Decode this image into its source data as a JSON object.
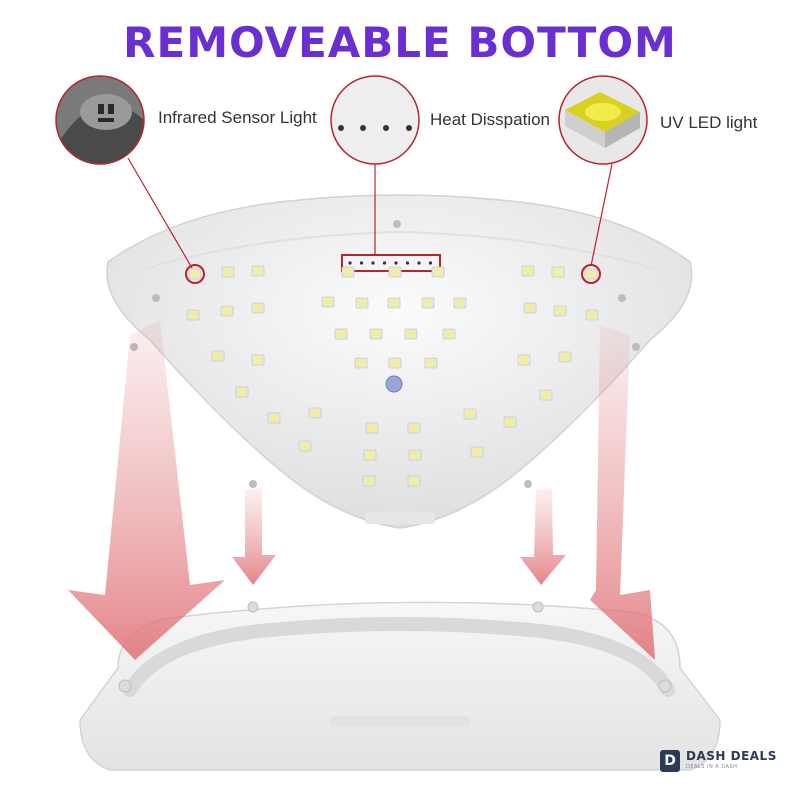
{
  "headline": {
    "text": "REMOVEABLE BOTTOM",
    "color": "#6a2fd0"
  },
  "callouts": [
    {
      "label": "Infrared Sensor Light",
      "icon": "infrared-sensor-closeup"
    },
    {
      "label": "Heat Disspation",
      "icon": "vent-holes-closeup"
    },
    {
      "label": "UV LED light",
      "icon": "uv-led-chip-closeup"
    }
  ],
  "colors": {
    "callout_line": "#b8242f",
    "arrow": "#e79a9c",
    "led": "#f2ee9a",
    "lamp_body": "#f3f3f3"
  },
  "brand": {
    "box_letter": "D",
    "name": "DASH DEALS",
    "tagline": "DEALS IN A DASH",
    "color": "#2b3a55"
  }
}
